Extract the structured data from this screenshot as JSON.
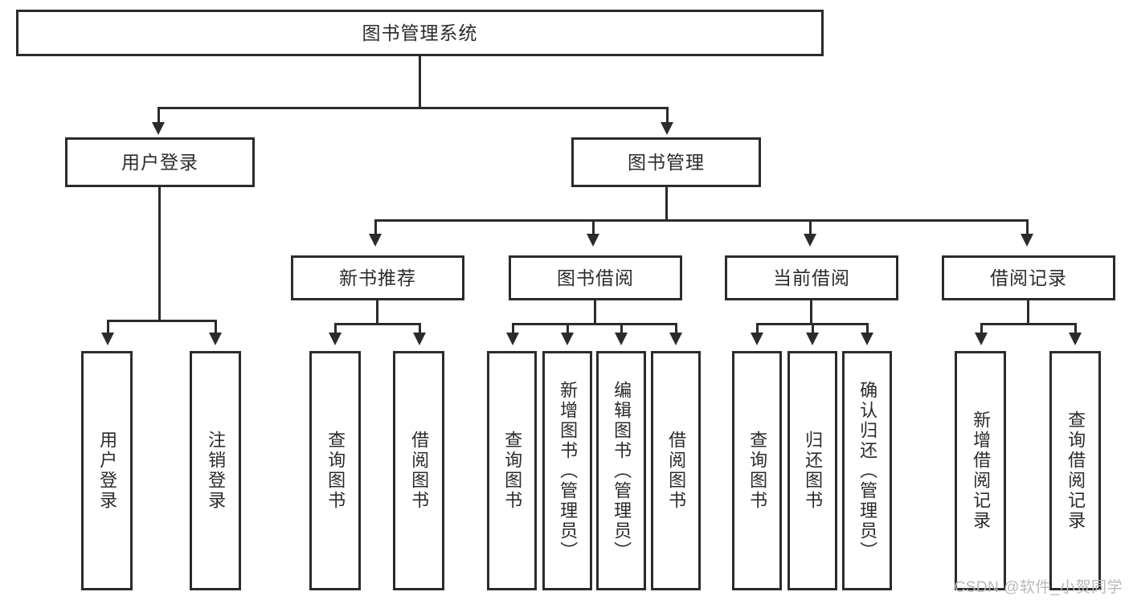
{
  "diagram": {
    "title": "图书管理系统",
    "type": "tree-hierarchy-chart",
    "root": {
      "label": "图书管理系统"
    },
    "level2": [
      {
        "label": "用户登录"
      },
      {
        "label": "图书管理"
      }
    ],
    "level3": [
      {
        "label": "新书推荐"
      },
      {
        "label": "图书借阅"
      },
      {
        "label": "当前借阅"
      },
      {
        "label": "借阅记录"
      }
    ],
    "leaves": {
      "user_login": [
        {
          "label": "用户登录"
        },
        {
          "label": "注销登录"
        }
      ],
      "new_book_recommend": [
        {
          "label": "查询图书"
        },
        {
          "label": "借阅图书"
        }
      ],
      "book_borrow": [
        {
          "label": "查询图书"
        },
        {
          "label": "新增图书（管理员）"
        },
        {
          "label": "编辑图书（管理员）"
        },
        {
          "label": "借阅图书"
        }
      ],
      "current_borrow": [
        {
          "label": "查询图书"
        },
        {
          "label": "归还图书"
        },
        {
          "label": "确认归还（管理员）"
        }
      ],
      "borrow_record": [
        {
          "label": "新增借阅记录"
        },
        {
          "label": "查询借阅记录"
        }
      ]
    }
  },
  "watermark": {
    "text": "CSDN @软件_小贺同学"
  },
  "colors": {
    "stroke": "#2b2b2b",
    "background": "#ffffff",
    "watermark": "#b8b8b8"
  }
}
